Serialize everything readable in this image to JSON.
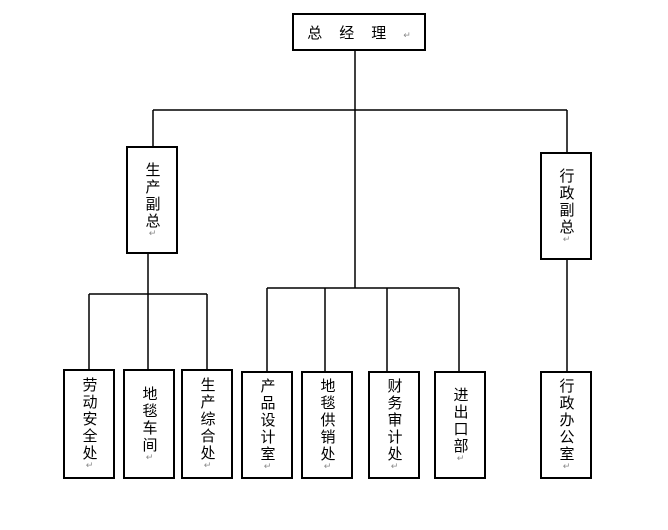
{
  "diagram": {
    "para_mark": "↵",
    "nodes": {
      "gm": "总经理",
      "prod_vp": "生产副总",
      "admin_vp": "行政副总",
      "labor_safety": "劳动安全处",
      "carpet_workshop": "地毯车间",
      "prod_general": "生产综合处",
      "product_design": "产品设计室",
      "carpet_supply_sales": "地毯供销处",
      "finance_audit": "财务审计处",
      "import_export": "进出口部",
      "admin_office": "行政办公室"
    },
    "edges": [
      [
        "gm",
        "prod_vp"
      ],
      [
        "gm",
        "admin_vp"
      ],
      [
        "gm",
        "product_design"
      ],
      [
        "gm",
        "carpet_supply_sales"
      ],
      [
        "gm",
        "finance_audit"
      ],
      [
        "gm",
        "import_export"
      ],
      [
        "prod_vp",
        "labor_safety"
      ],
      [
        "prod_vp",
        "carpet_workshop"
      ],
      [
        "prod_vp",
        "prod_general"
      ],
      [
        "admin_vp",
        "admin_office"
      ]
    ]
  }
}
